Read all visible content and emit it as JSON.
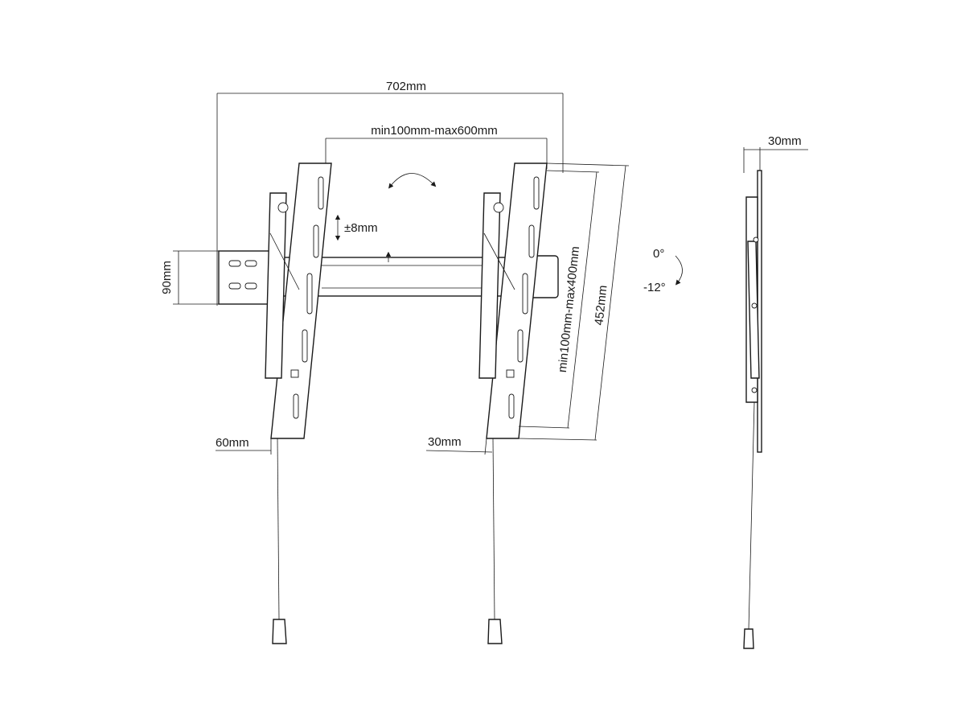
{
  "diagram": {
    "dimensions": {
      "overall_width": "702mm",
      "horizontal_vesa": "min100mm-max600mm",
      "lateral_shift": "±8mm",
      "rail_height": "90mm",
      "tilt_top": "0°",
      "tilt_bottom": "-12°",
      "side_depth": "30mm",
      "vertical_vesa": "min100mm-max400mm",
      "arm_length": "452mm",
      "arm_left_offset": "60mm",
      "arm_depth": "30mm"
    }
  }
}
